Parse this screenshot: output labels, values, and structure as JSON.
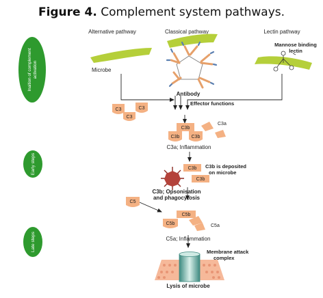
{
  "figure": {
    "label": "Figure 4.",
    "caption": "Complement system pathways."
  },
  "pathways": {
    "alternative": "Alternative pathway",
    "classical": "Classical pathway",
    "lectin": "Lectin pathway"
  },
  "labels": {
    "microbe": "Microbe",
    "antibody": "Antibody",
    "mannose_line1": "Mannose binding",
    "mannose_line2": "lectin",
    "effector": "Effector functions",
    "c3": "C3",
    "c3a": "C3a",
    "c3b": "C3b",
    "c3a_inflammation": "C3a; Inflammation",
    "c3b_deposited_line1": "C3b is deposited",
    "c3b_deposited_line2": "on microbe",
    "opsonisation_line1": "C3b; Opsonisation",
    "opsonisation_line2": "and phagocytosis",
    "c5": "C5",
    "c5b": "C5b",
    "c5a": "C5a",
    "c5a_inflammation": "C5a; Inflammation",
    "mac_line1": "Membrane attack",
    "mac_line2": "complex",
    "lysis": "Lysis of microbe"
  },
  "stages": {
    "initiation_line1": "Inaition of complement",
    "initiation_line2": "activation",
    "early": "Early steps",
    "late": "Late steps"
  },
  "colors": {
    "stage_green": "#2e9a2e",
    "microbe_green": "#b5cf3a",
    "fragment": "#f4b183",
    "fragment_stroke": "#d98a55",
    "antibody": "#e6a06a",
    "antibody_blue": "#5b7fb0",
    "arrow": "#222222",
    "mac_pink": "#f6b99a",
    "mac_teal": "#4a9a8e"
  }
}
